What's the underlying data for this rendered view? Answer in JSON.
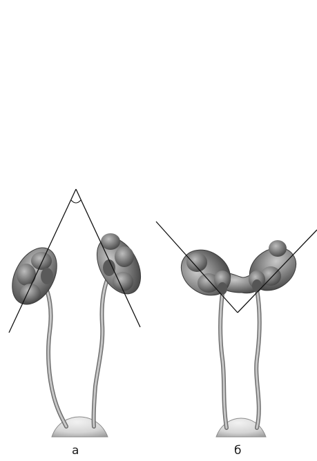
{
  "figure": {
    "panels": [
      {
        "id": "a",
        "label": "а"
      },
      {
        "id": "b",
        "label": "б"
      }
    ]
  }
}
